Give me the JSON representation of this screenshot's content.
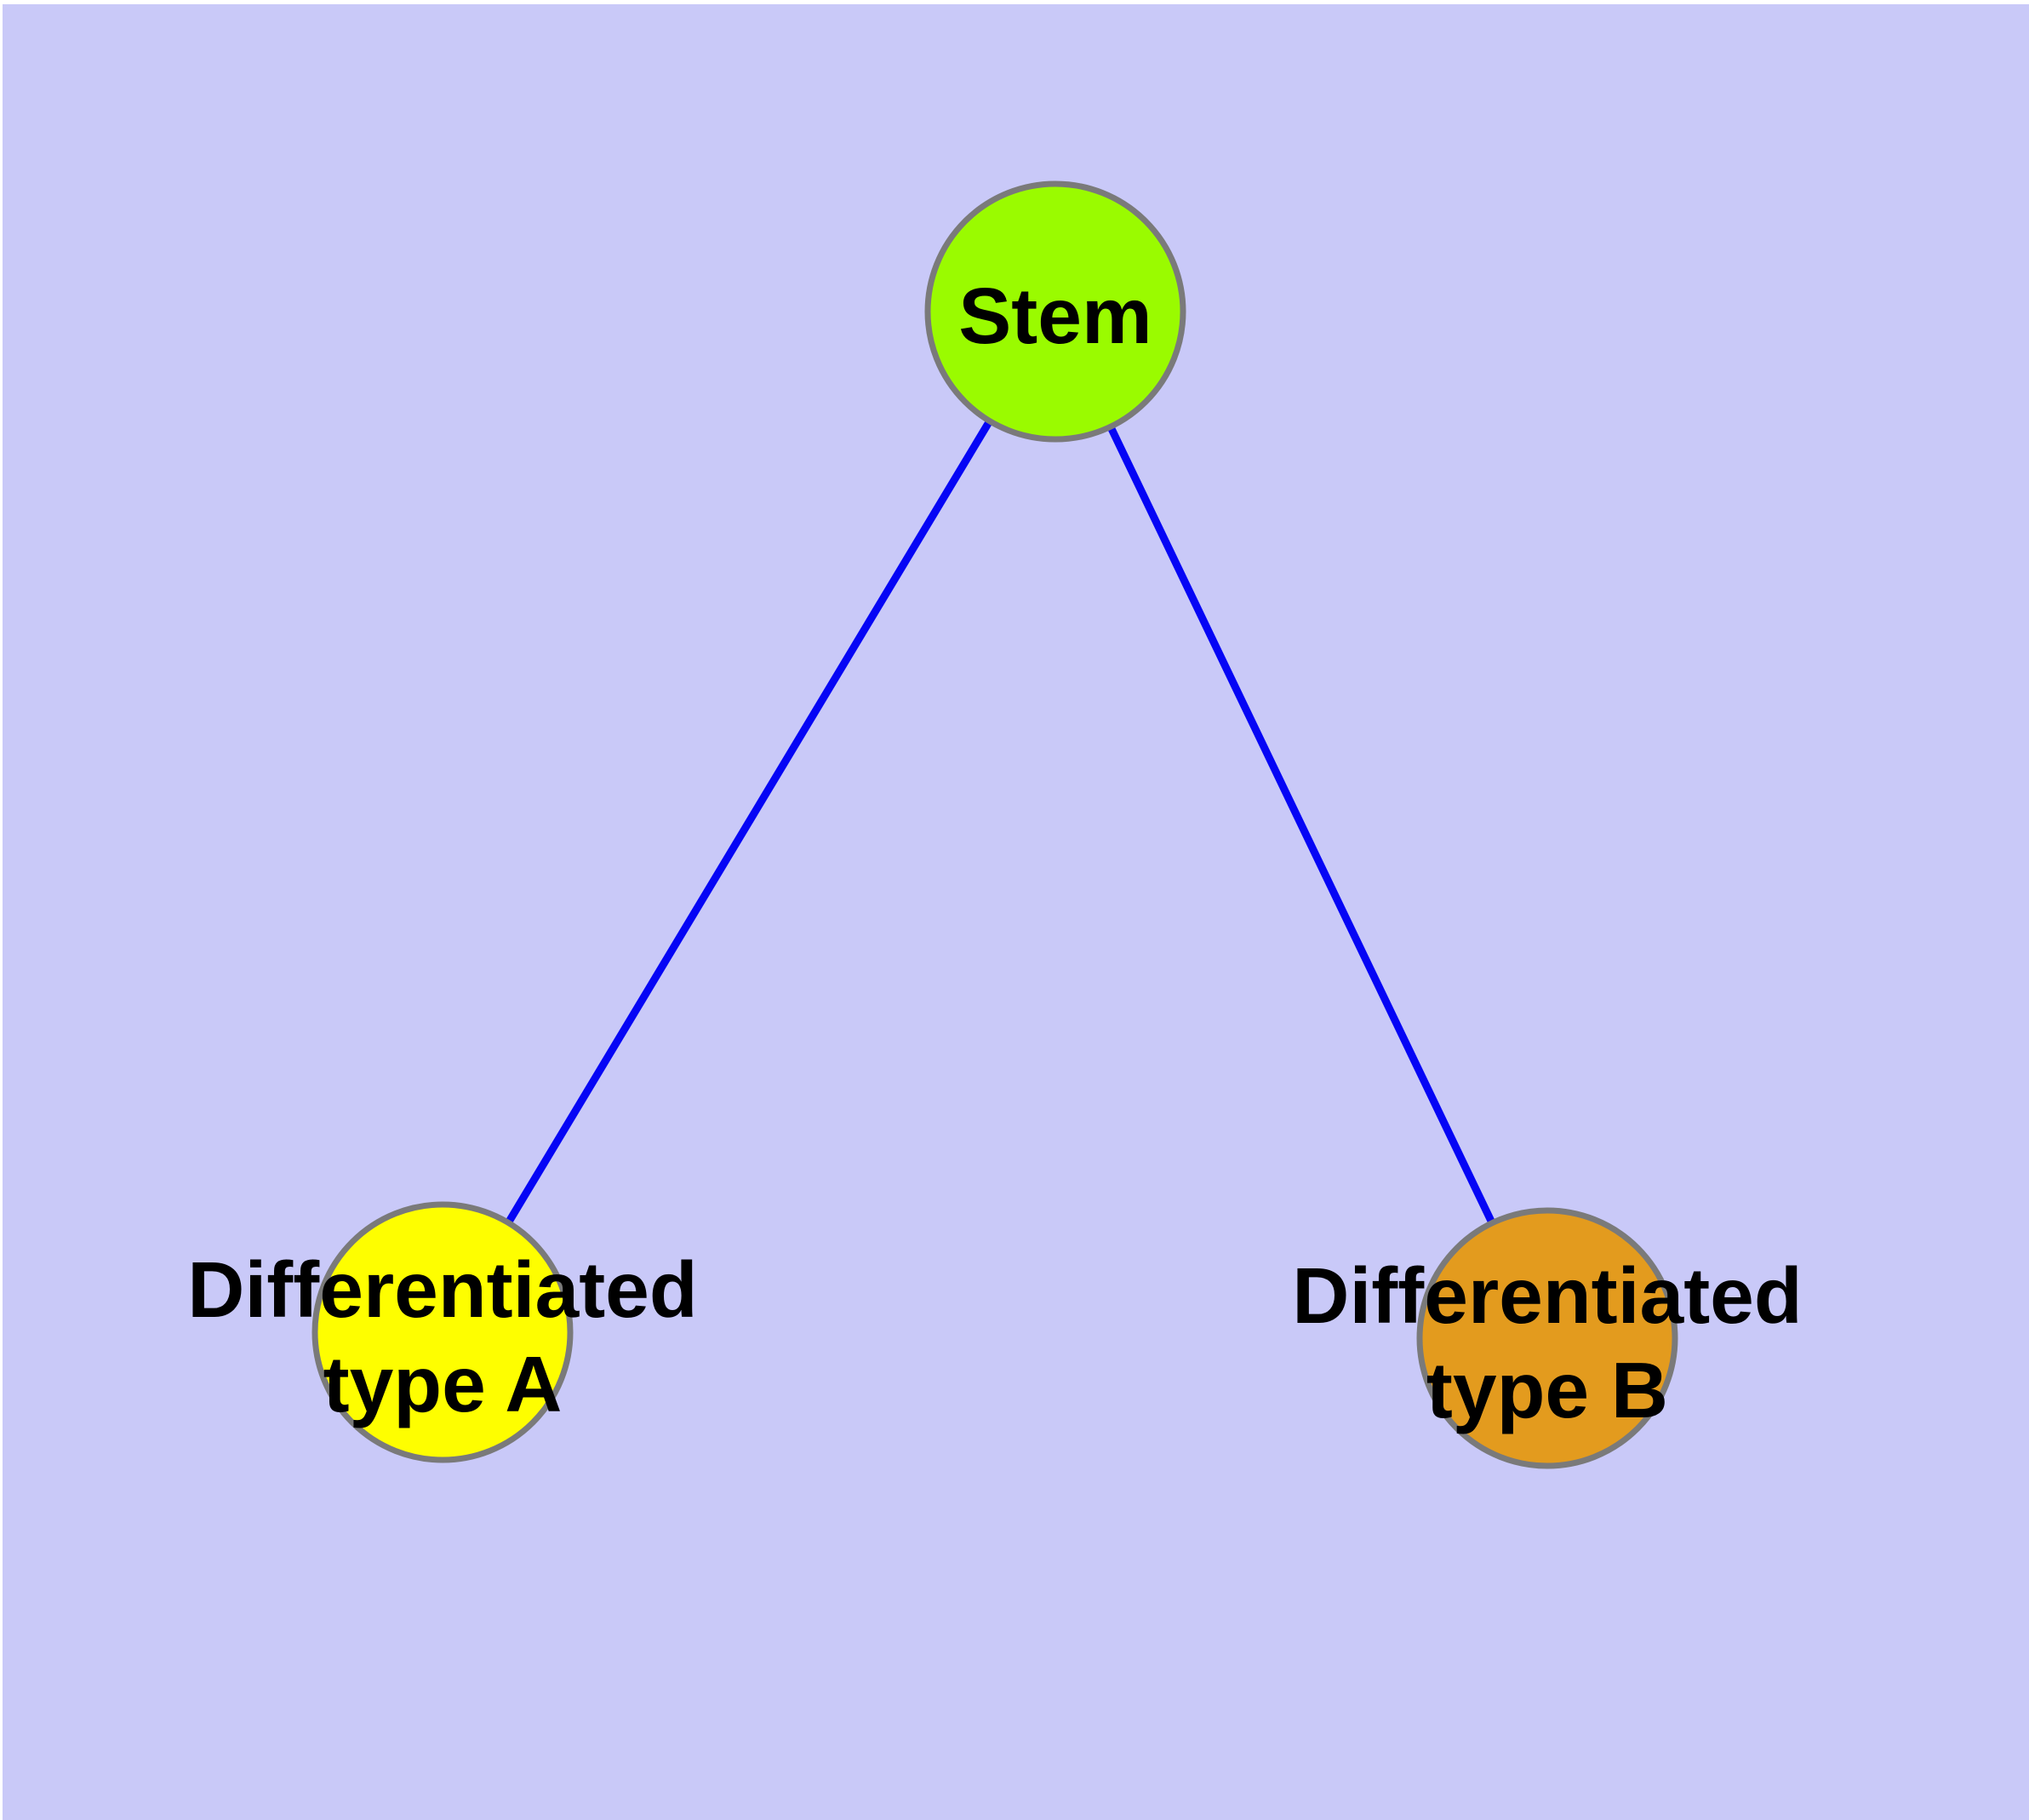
{
  "diagram": {
    "title": "stem cell differentiation graph",
    "colors": {
      "page_margin": "#FFFFFF",
      "canvas": "#C9C9F8",
      "edge": "#0505F5",
      "node_border": "#7A7A7A",
      "label_text": "#000000"
    },
    "nodes": {
      "stem": {
        "label": "Stem",
        "fill": "#9AFB00"
      },
      "type_a": {
        "label_line1": "Differentiated",
        "label_line2": "type A",
        "fill": "#FEFE00"
      },
      "type_b": {
        "label_line1": "Differentiated",
        "label_line2": "type B",
        "fill": "#E39B1E"
      }
    },
    "edges": [
      {
        "from": "Stem",
        "to": "Differentiated type A"
      },
      {
        "from": "Stem",
        "to": "Differentiated type B"
      }
    ]
  }
}
